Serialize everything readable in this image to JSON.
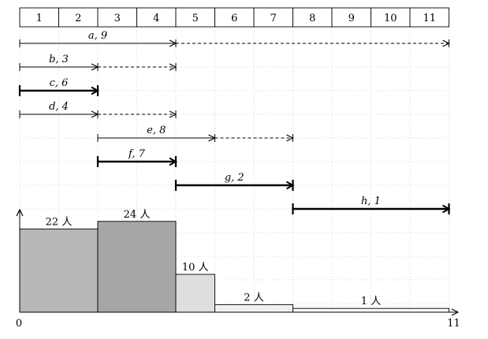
{
  "header_cells": [
    "1",
    "2",
    "3",
    "4",
    "5",
    "6",
    "7",
    "8",
    "9",
    "10",
    "11"
  ],
  "intervals": [
    {
      "name": "a",
      "weight": "9",
      "solid_start": 1,
      "solid_end": 5,
      "dashed_end": 12,
      "bold": false
    },
    {
      "name": "b",
      "weight": "3",
      "solid_start": 1,
      "solid_end": 3,
      "dashed_end": 5,
      "bold": false
    },
    {
      "name": "c",
      "weight": "6",
      "solid_start": 1,
      "solid_end": 3,
      "dashed_end": null,
      "bold": true
    },
    {
      "name": "d",
      "weight": "4",
      "solid_start": 1,
      "solid_end": 3,
      "dashed_end": 5,
      "bold": false
    },
    {
      "name": "e",
      "weight": "8",
      "solid_start": 3,
      "solid_end": 6,
      "dashed_end": 8,
      "bold": false
    },
    {
      "name": "f",
      "weight": "7",
      "solid_start": 3,
      "solid_end": 5,
      "dashed_end": null,
      "bold": true
    },
    {
      "name": "g",
      "weight": "2",
      "solid_start": 5,
      "solid_end": 8,
      "dashed_end": null,
      "bold": true
    },
    {
      "name": "h",
      "weight": "1",
      "solid_start": 8,
      "solid_end": 12,
      "dashed_end": null,
      "bold": true
    }
  ],
  "histogram": [
    {
      "label": "22 人",
      "value": 22,
      "start": 1,
      "end": 3,
      "fill": "#b8b8b8"
    },
    {
      "label": "24 人",
      "value": 24,
      "start": 3,
      "end": 5,
      "fill": "#a6a6a6"
    },
    {
      "label": "10 人",
      "value": 10,
      "start": 5,
      "end": 6,
      "fill": "#dedede"
    },
    {
      "label": "2 人",
      "value": 2,
      "start": 6,
      "end": 8,
      "fill": "#f0f0f0"
    },
    {
      "label": "1 人",
      "value": 1,
      "start": 8,
      "end": 12,
      "fill": "#f8f8f8"
    }
  ],
  "axis": {
    "min_label": "0",
    "max_label": "11"
  }
}
